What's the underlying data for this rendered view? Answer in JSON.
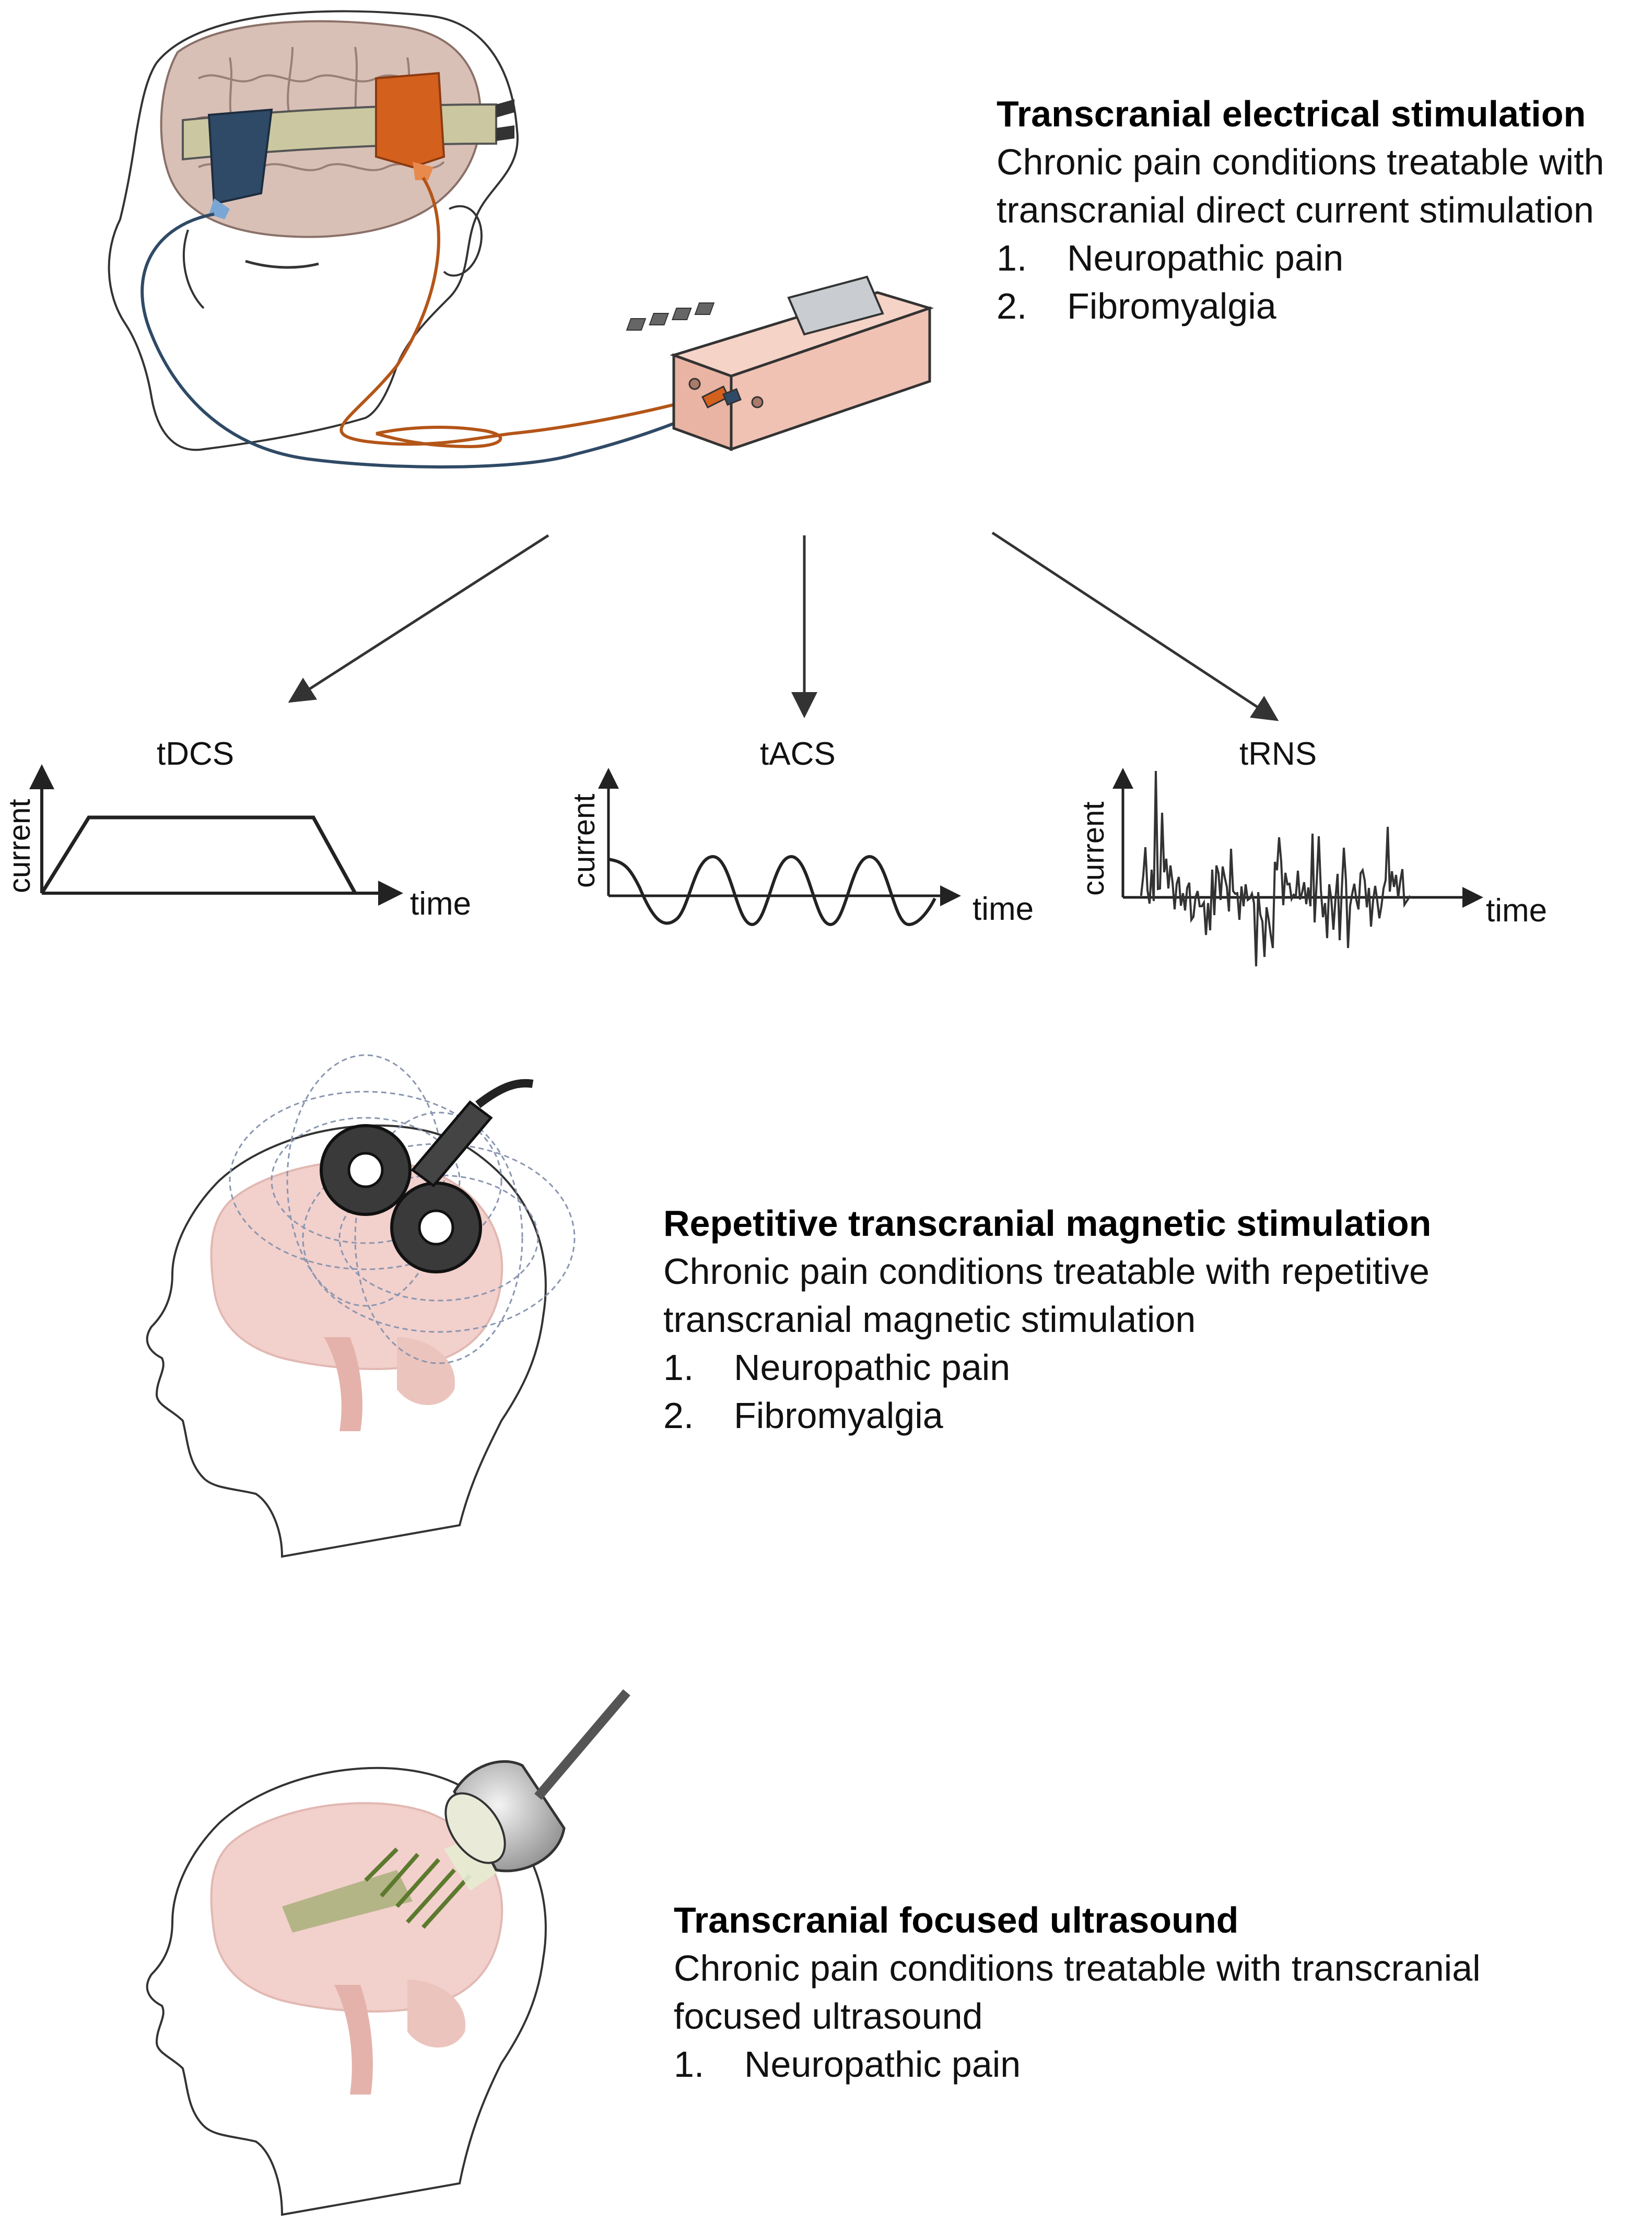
{
  "tes": {
    "title": "Transcranial electrical stimulation",
    "desc_lines": [
      "Chronic pain conditions treatable with",
      "transcranial direct current stimulation"
    ],
    "items": [
      {
        "num": "1.",
        "text": "Neuropathic pain"
      },
      {
        "num": "2.",
        "text": "Fibromyalgia"
      }
    ]
  },
  "waveforms": {
    "tdcs": {
      "title": "tDCS",
      "ylabel": "current",
      "xlabel": "time"
    },
    "tacs": {
      "title": "tACS",
      "ylabel": "current",
      "xlabel": "time"
    },
    "trns": {
      "title": "tRNS",
      "ylabel": "current",
      "xlabel": "time"
    }
  },
  "rtms": {
    "title": "Repetitive transcranial magnetic stimulation",
    "desc_lines": [
      "Chronic pain conditions treatable with repetitive",
      "transcranial magnetic stimulation"
    ],
    "items": [
      {
        "num": "1.",
        "text": "Neuropathic pain"
      },
      {
        "num": "2.",
        "text": "Fibromyalgia"
      }
    ]
  },
  "tfus": {
    "title": "Transcranial focused ultrasound",
    "desc_lines": [
      "Chronic pain conditions treatable with transcranial",
      "focused ultrasound"
    ],
    "items": [
      {
        "num": "1.",
        "text": "Neuropathic pain"
      }
    ]
  },
  "colors": {
    "anode": "#d4601e",
    "cathode": "#2f4a66",
    "headband": "#cbc7a0",
    "device": "#f0c2b4",
    "brain": "#f2d0cc",
    "beam": "#7a8f4a"
  }
}
